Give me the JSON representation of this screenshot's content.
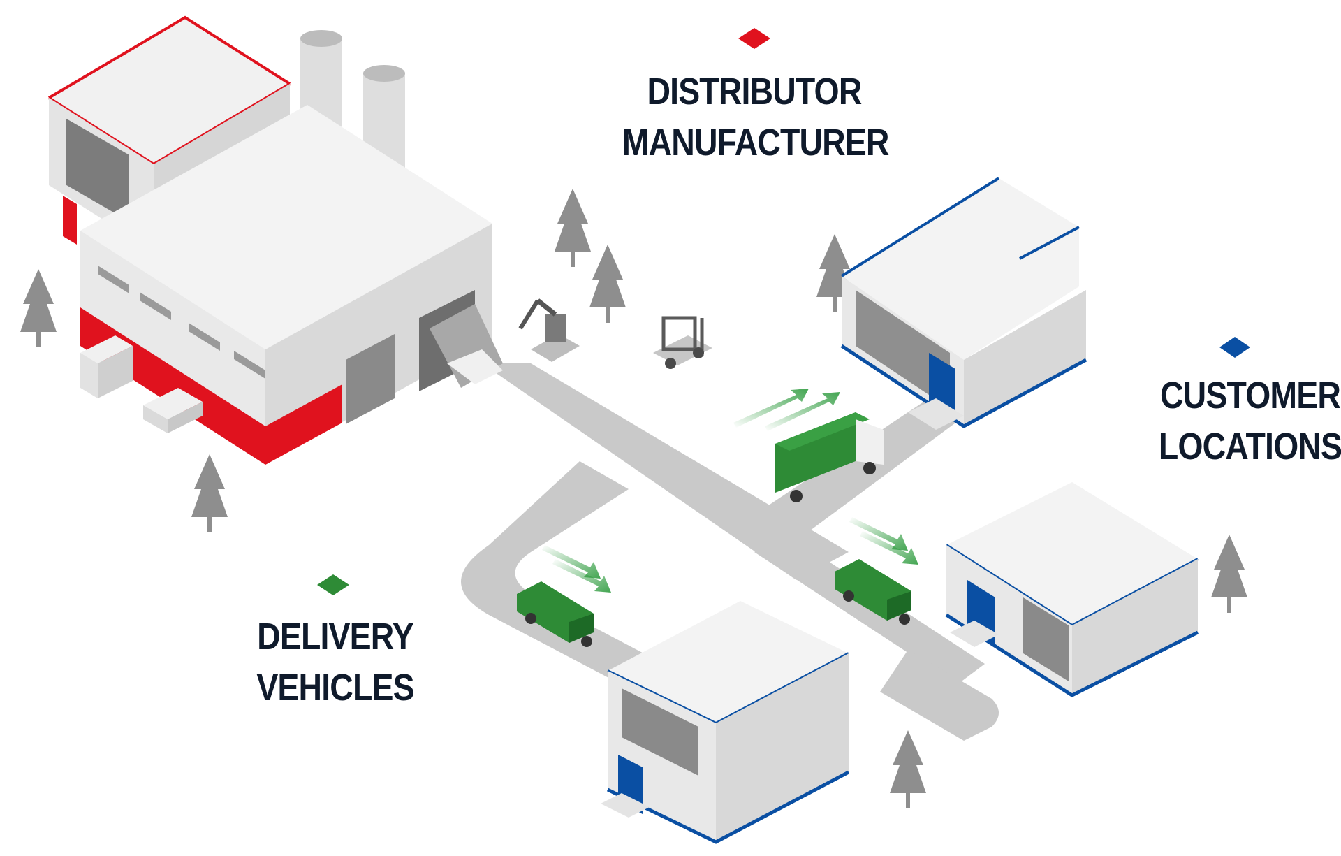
{
  "legend": {
    "distributor": {
      "lines": [
        "DISTRIBUTOR",
        "MANUFACTURER"
      ],
      "color": "#e0121e"
    },
    "customer": {
      "lines": [
        "CUSTOMER",
        "LOCATIONS"
      ],
      "color": "#0a4fa3"
    },
    "delivery": {
      "lines": [
        "DELIVERY",
        "VEHICLES"
      ],
      "color": "#2e8b36"
    }
  },
  "icons": {
    "factory": "factory-icon",
    "customer_building": "building-icon",
    "truck": "truck-icon",
    "van": "van-icon",
    "tree": "tree-icon",
    "forklift": "forklift-icon",
    "robot_arm": "robot-arm-icon",
    "pallet": "pallet-icon"
  }
}
